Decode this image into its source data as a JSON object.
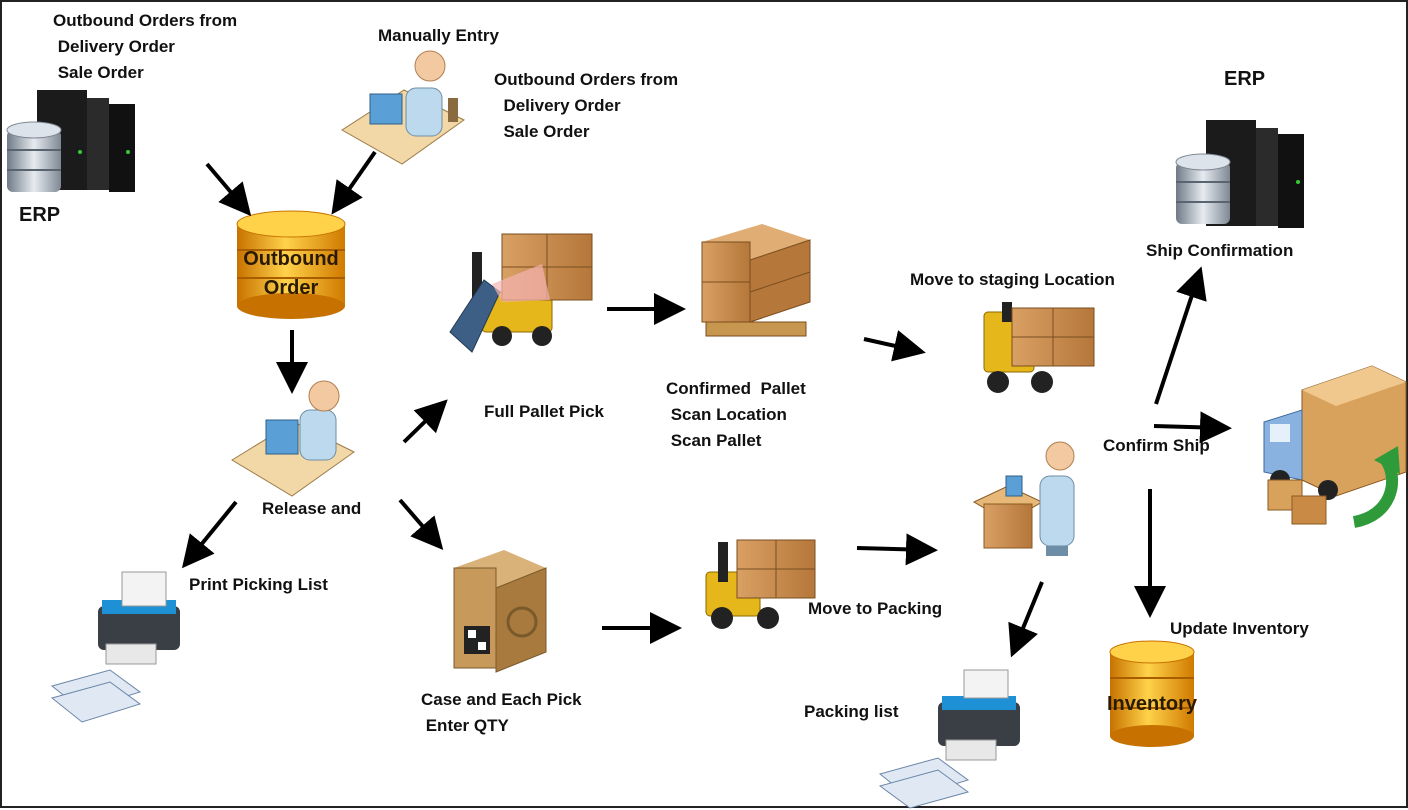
{
  "labels": {
    "erp_in_orders": "Outbound Orders from\n Delivery Order\n Sale Order",
    "erp_left": "ERP",
    "manual_entry": "Manually Entry",
    "manual_orders": "Outbound Orders from\n  Delivery Order\n  Sale Order",
    "outbound_order": "Outbound\nOrder",
    "release": "Release and",
    "print_picking": "Print Picking List",
    "full_pallet": "Full Pallet Pick",
    "confirmed_pallet": "Confirmed  Pallet\n Scan Location\n Scan Pallet",
    "case_each": "Case and Each Pick\n Enter QTY",
    "move_packing": "Move to Packing",
    "move_staging": "Move to staging Location",
    "erp_right": "ERP",
    "ship_confirmation": "Ship Confirmation",
    "confirm_ship": "Confirm Ship",
    "update_inventory": "Update Inventory",
    "inventory": "Inventory",
    "packing_list": "Packing list"
  },
  "colors": {
    "arrow": "#000000",
    "cylinder_gold": "#f5a300",
    "server_black": "#1b1b1b",
    "db_silver": "#aab3bd",
    "person_blue": "#bcd9ee",
    "box_brown": "#c98a45",
    "forklift_yellow": "#e5b71a",
    "truck_blue": "#8ab2e0",
    "return_green": "#2f9a3a"
  },
  "icons": [
    "erp-server-icon",
    "manual-entry-workstation-icon",
    "outbound-order-database-icon",
    "release-workstation-icon",
    "printer-icon",
    "rf-scanner-forklift-icon",
    "pallet-boxes-icon",
    "qr-case-box-icon",
    "forklift-icon",
    "packing-worker-icon",
    "truck-icon",
    "inventory-database-icon"
  ]
}
